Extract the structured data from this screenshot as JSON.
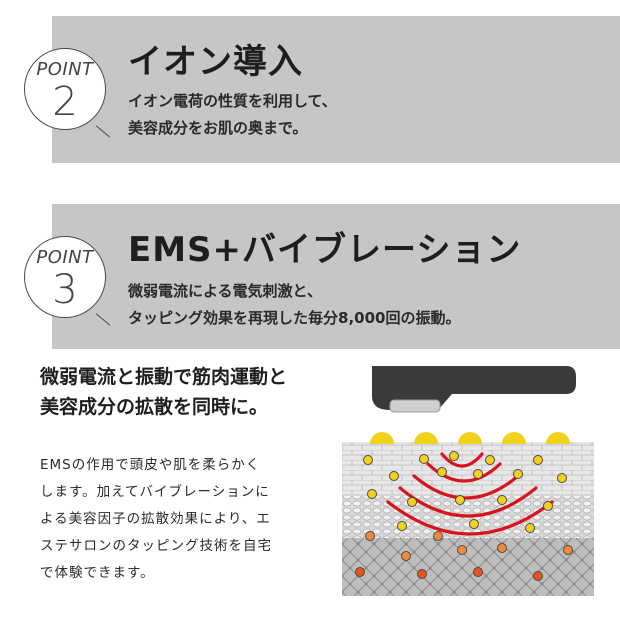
{
  "point2": {
    "badge_word": "POINT",
    "badge_number": "2",
    "title": "イオン導入",
    "lines": [
      "イオン電荷の性質を利用して、",
      "美容成分をお肌の奥まで。"
    ]
  },
  "point3": {
    "badge_word": "POINT",
    "badge_number": "3",
    "title": "EMS+バイブレーション",
    "lines": [
      "微弱電流による電気刺激と、",
      "タッピング効果を再現した毎分8,000回の振動。"
    ]
  },
  "detail": {
    "heading_lines": [
      "微弱電流と振動で筋肉運動と",
      "美容成分の拡散を同時に。"
    ],
    "body_lines": [
      "EMSの作用で頭皮や肌を柔らかく",
      "します。加えてバイブレーションに",
      "よる美容因子の拡散効果により、エ",
      "ステサロンのタッピング技術を自宅",
      "で体験できます。"
    ]
  },
  "colors": {
    "band": "#c6c6c6",
    "device": "#3a3a3a",
    "yellow": "#f2d21c",
    "orange": "#f08a3a",
    "wave": "#d7141b"
  }
}
